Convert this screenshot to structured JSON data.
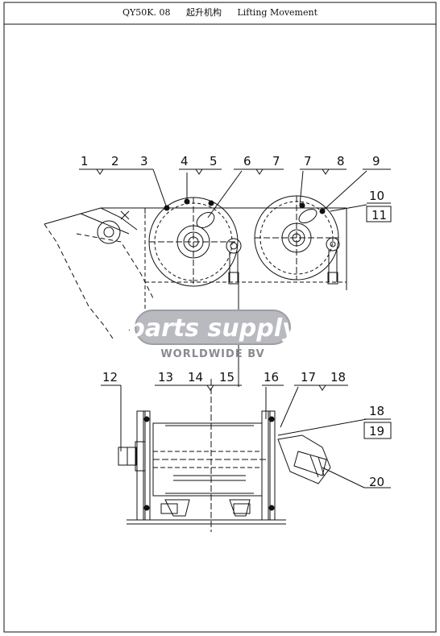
{
  "header": {
    "code": "QY50K. 08",
    "title_cn": "起升机构",
    "title_en": "Lifting Movement"
  },
  "watermark": {
    "brand": "parts supply",
    "tagline": "WORLDWIDE BV"
  },
  "callouts": [
    "1",
    "2",
    "3",
    "4",
    "5",
    "6",
    "7",
    "7",
    "8",
    "9",
    "10",
    "11",
    "12",
    "13",
    "14",
    "15",
    "16",
    "17",
    "18",
    "18",
    "19",
    "20"
  ],
  "colors": {
    "line": "#111111",
    "watermark_bg": "#b9b9c0"
  }
}
